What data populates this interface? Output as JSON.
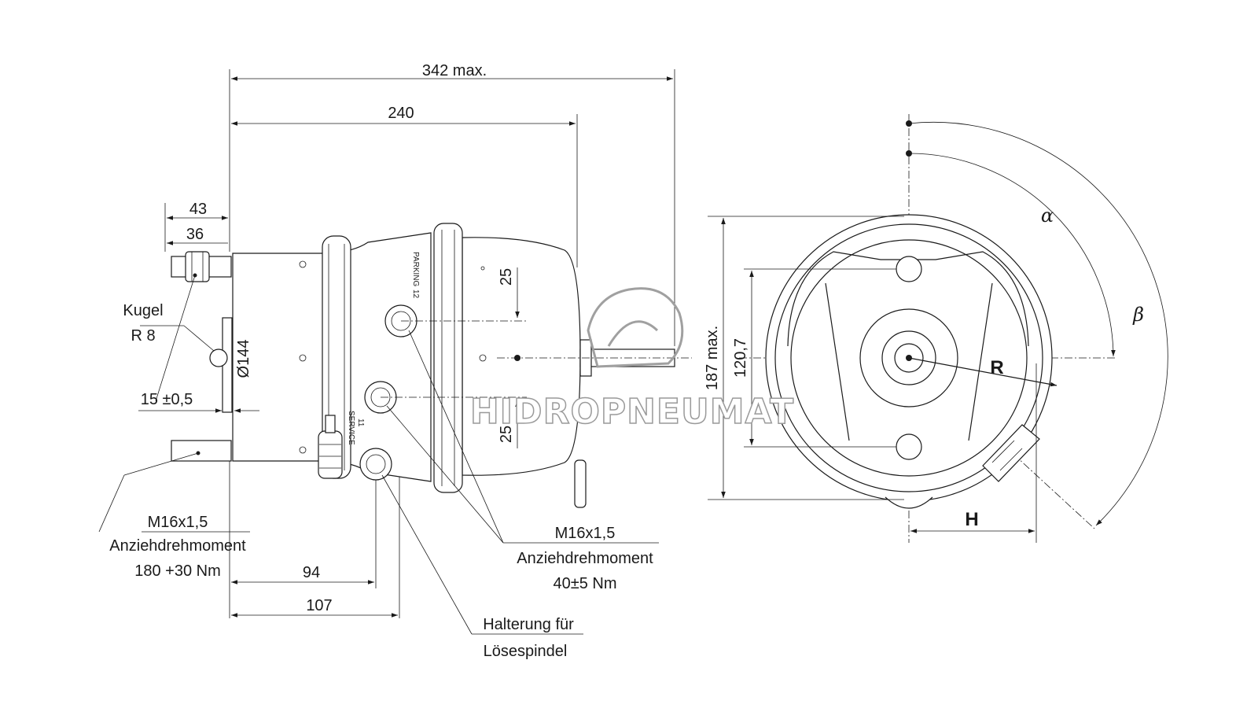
{
  "dimensions": {
    "overall_length": "342 max.",
    "body_length": "240",
    "port_offset_outer": "43",
    "port_offset_inner": "36",
    "ball_radius_title": "Kugel",
    "ball_radius_value": "R 8",
    "ball_offset": "15 ±0,5",
    "diameter": "Ø144",
    "port_spacing_upper": "25",
    "port_spacing_lower": "25",
    "port_distance_94": "94",
    "port_distance_107": "107",
    "height_max": "187 max.",
    "bolt_spacing": "120,7",
    "radius": "R",
    "offset_h": "H",
    "angle_alpha": "α",
    "angle_beta": "β"
  },
  "callouts": {
    "mount_thread_title": "M16x1,5",
    "mount_torque_label": "Anziehdrehmoment",
    "mount_torque_value": "180 +30 Nm",
    "port_thread_title": "M16x1,5",
    "port_torque_label": "Anziehdrehmoment",
    "port_torque_value": "40±5 Nm",
    "release_holder_line1": "Halterung für",
    "release_holder_line2": "Lösespindel"
  },
  "markings": {
    "parking": "PARKING",
    "parking_number": "12",
    "service": "SERVICE",
    "service_number": "11"
  },
  "watermark": {
    "text": "HIDROPNEUMAT"
  }
}
